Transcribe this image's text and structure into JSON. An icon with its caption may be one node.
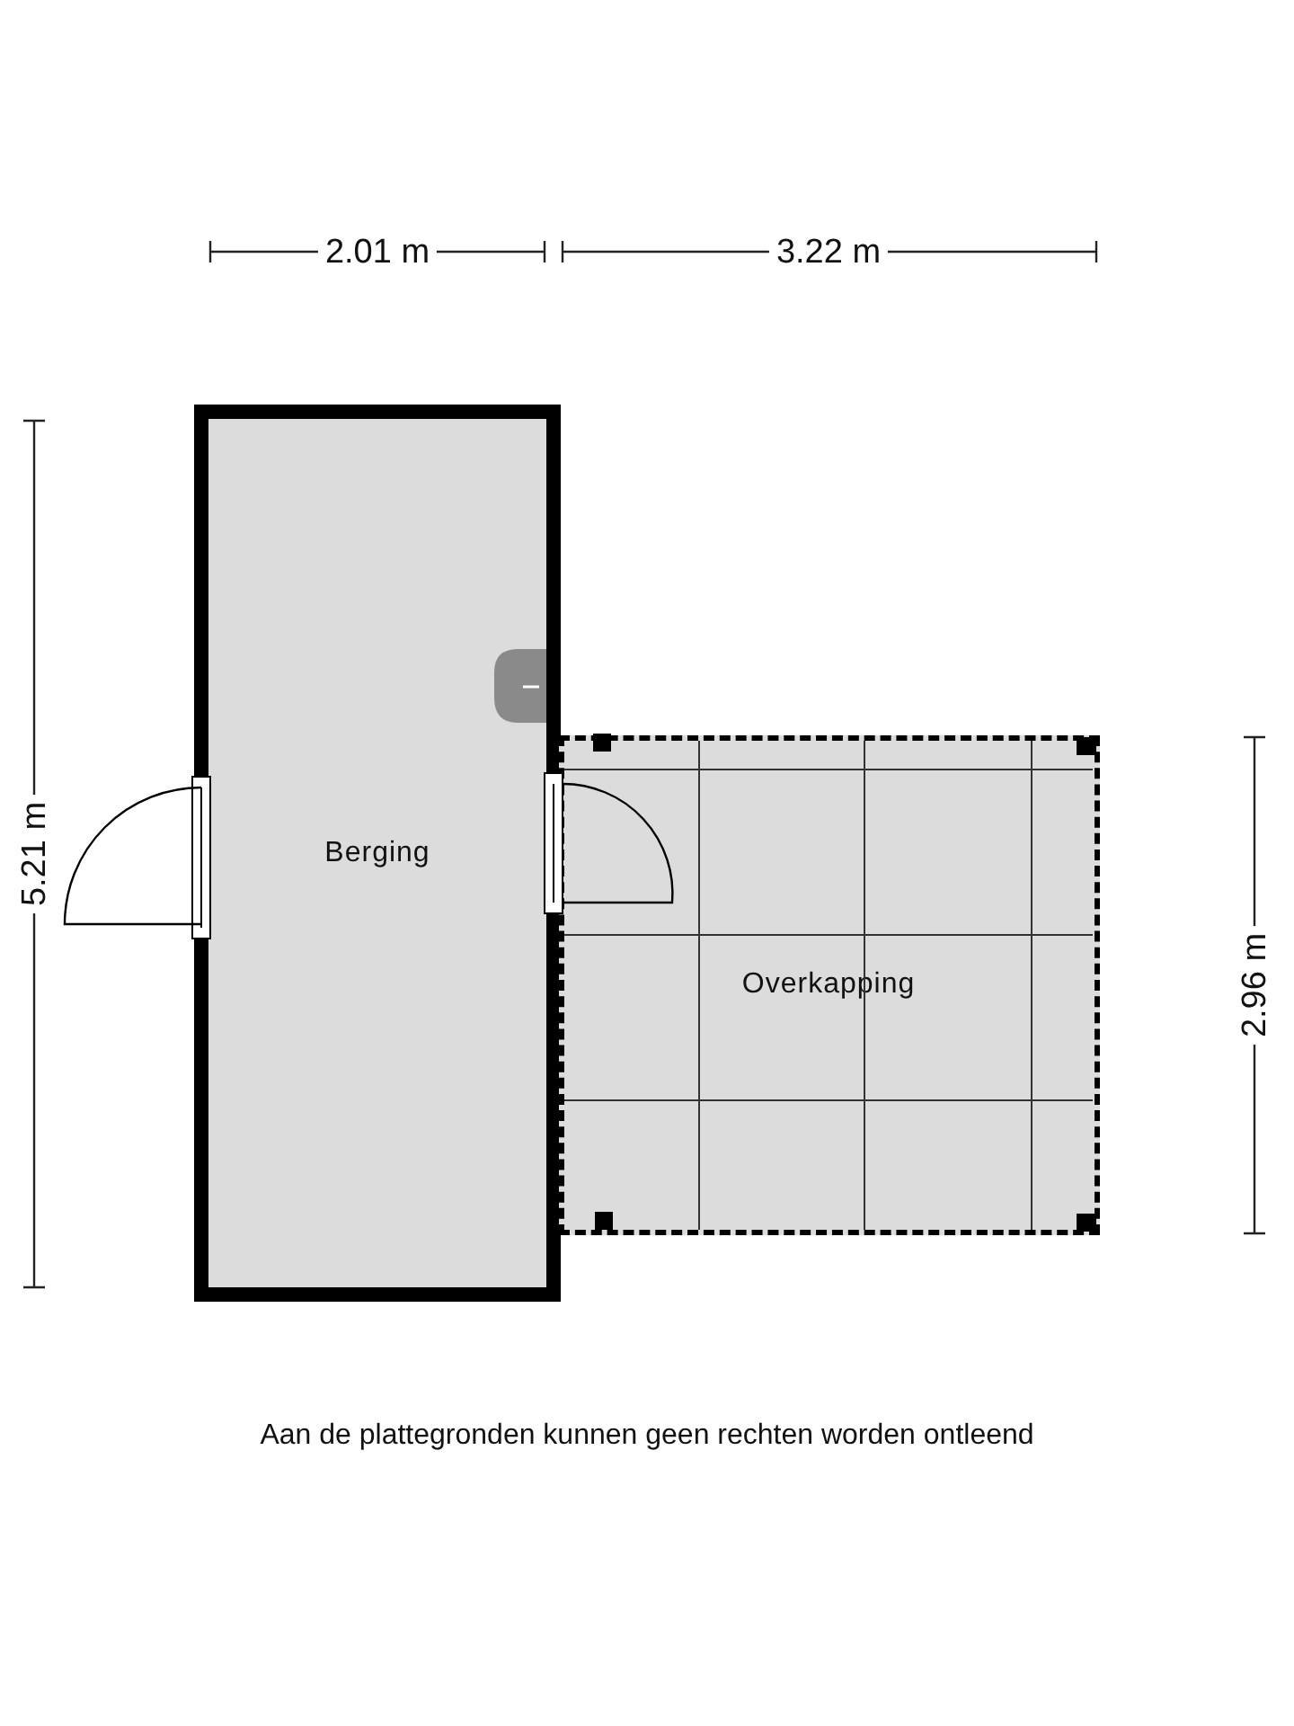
{
  "diagram": {
    "caption": "Aan de plattegronden kunnen geen rechten worden ontleend",
    "nodes": [
      {
        "text": [
          "Berging"
        ]
      },
      {
        "text": [
          "Overkapping"
        ]
      }
    ],
    "labels": [
      "2.01 m",
      "3.22 m",
      "5.21 m",
      "2.96 m"
    ]
  }
}
